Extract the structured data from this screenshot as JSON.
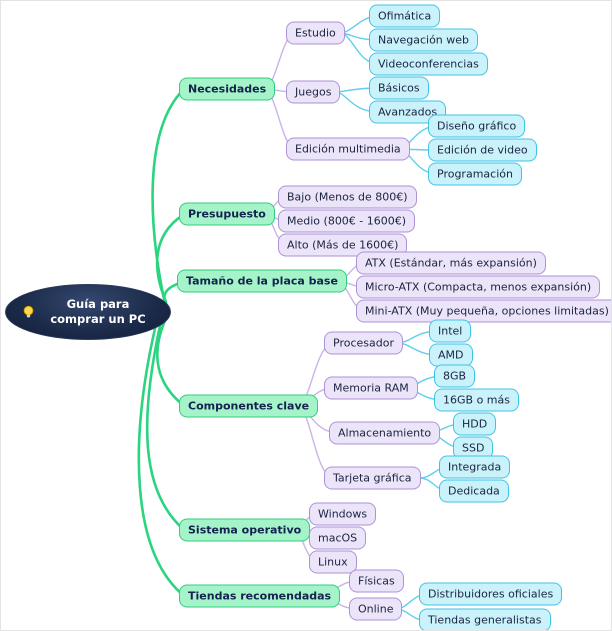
{
  "root": {
    "label": "Guía para comprar un PC",
    "icon": "lightbulb-icon"
  },
  "colors": {
    "root_fill": "#1b2a48",
    "root_text": "#ffffff",
    "bulb_yellow": "#ffd84d",
    "level1_fill": "#a5f3c9",
    "level1_border": "#2fcd7d",
    "level2_fill": "#ece4f9",
    "level2_border": "#ac92d8",
    "level3_fill": "#c9f2fb",
    "level3_border": "#3fc3e6",
    "edge_level1": "#2bd47f",
    "edge_level2": "#c9b4e8",
    "edge_level3": "#5fcfee"
  },
  "branches": [
    {
      "label": "Necesidades",
      "children": [
        {
          "label": "Estudio",
          "children": [
            {
              "label": "Ofimática"
            },
            {
              "label": "Navegación web"
            },
            {
              "label": "Videoconferencias"
            }
          ]
        },
        {
          "label": "Juegos",
          "children": [
            {
              "label": "Básicos"
            },
            {
              "label": "Avanzados"
            }
          ]
        },
        {
          "label": "Edición multimedia",
          "children": [
            {
              "label": "Diseño gráfico"
            },
            {
              "label": "Edición de video"
            },
            {
              "label": "Programación"
            }
          ]
        }
      ]
    },
    {
      "label": "Presupuesto",
      "children": [
        {
          "label": "Bajo (Menos de 800€)"
        },
        {
          "label": "Medio (800€ - 1600€)"
        },
        {
          "label": "Alto (Más de 1600€)"
        }
      ]
    },
    {
      "label": "Tamaño de la placa base",
      "children": [
        {
          "label": "ATX (Estándar, más expansión)"
        },
        {
          "label": "Micro-ATX (Compacta, menos expansión)"
        },
        {
          "label": "Mini-ATX (Muy pequeña, opciones limitadas)"
        }
      ]
    },
    {
      "label": "Componentes clave",
      "children": [
        {
          "label": "Procesador",
          "children": [
            {
              "label": "Intel"
            },
            {
              "label": "AMD"
            }
          ]
        },
        {
          "label": "Memoria RAM",
          "children": [
            {
              "label": "8GB"
            },
            {
              "label": "16GB o más"
            }
          ]
        },
        {
          "label": "Almacenamiento",
          "children": [
            {
              "label": "HDD"
            },
            {
              "label": "SSD"
            }
          ]
        },
        {
          "label": "Tarjeta gráfica",
          "children": [
            {
              "label": "Integrada"
            },
            {
              "label": "Dedicada"
            }
          ]
        }
      ]
    },
    {
      "label": "Sistema operativo",
      "children": [
        {
          "label": "Windows"
        },
        {
          "label": "macOS"
        },
        {
          "label": "Linux"
        }
      ]
    },
    {
      "label": "Tiendas recomendadas",
      "children": [
        {
          "label": "Físicas"
        },
        {
          "label": "Online",
          "children": [
            {
              "label": "Distribuidores oficiales"
            },
            {
              "label": "Tiendas generalistas"
            }
          ]
        }
      ]
    }
  ]
}
